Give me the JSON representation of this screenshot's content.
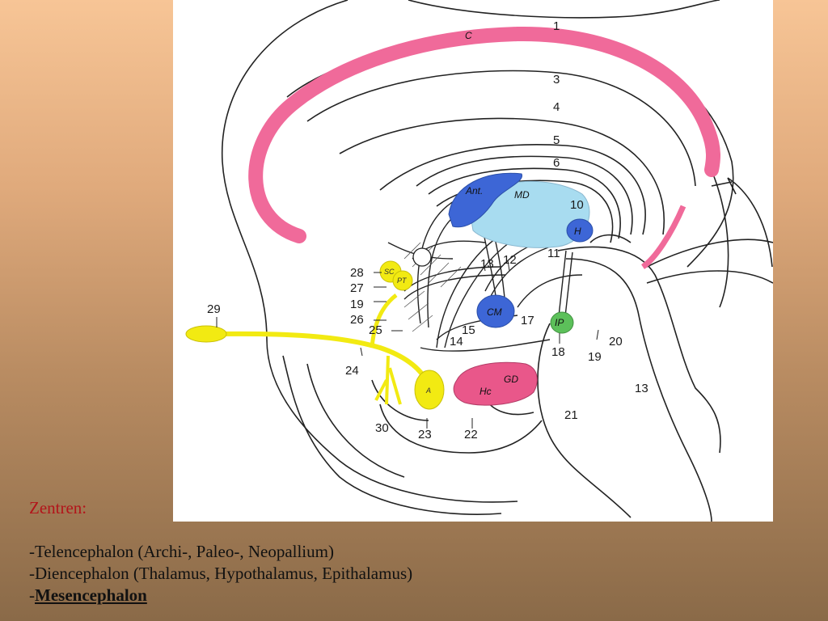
{
  "diagram": {
    "colors": {
      "pink": "#f06a9a",
      "blue": "#3d66d6",
      "light_blue": "#a8dcf0",
      "yellow": "#f2ea12",
      "green": "#5cc05a",
      "hippocampus": "#e9578a"
    },
    "region_labels": {
      "C": "C",
      "Ant": "Ant.",
      "MD": "MD",
      "H": "H",
      "CM": "CM",
      "IP": "IP",
      "SC": "SC",
      "PT": "PT",
      "A": "A",
      "Hc": "Hc",
      "GD": "GD"
    },
    "numbers": {
      "n1": "1",
      "n3": "3",
      "n4": "4",
      "n5": "5",
      "n6": "6",
      "n10": "10",
      "n11": "11",
      "n12": "12",
      "n13a": "13",
      "n13b": "13",
      "n14": "14",
      "n15": "15",
      "n17": "17",
      "n18": "18",
      "n19a": "19",
      "n19b": "19",
      "n20": "20",
      "n21": "21",
      "n22": "22",
      "n23": "23",
      "n24": "24",
      "n25": "25",
      "n26": "26",
      "n27": "27",
      "n28": "28",
      "n29": "29",
      "n30": "30"
    }
  },
  "caption": {
    "heading": "Zentren:",
    "line1": "-Telencephalon (Archi-, Paleo-, Neopallium)",
    "line2": "-Diencephalon (Thalamus, Hypothalamus, Epithalamus)",
    "line3_prefix": "-",
    "line3_bold": "Mesencephalon"
  }
}
